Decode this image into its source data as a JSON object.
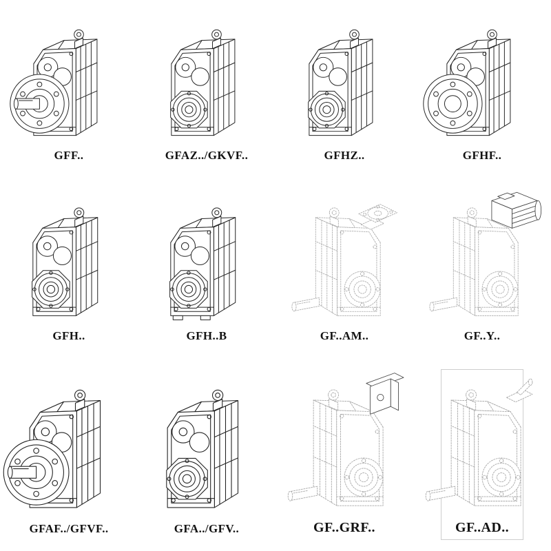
{
  "page": {
    "title": "Parallel shaft helical gear unit type overview",
    "background": "#ffffff",
    "ink_color": "#232323",
    "light_ink_color": "#a6a6a6"
  },
  "catalog": {
    "items": [
      {
        "label": "GFF..",
        "drawing": "flange-mounted-gear-unit-with-output-shaft",
        "line_style": "solid"
      },
      {
        "label": "GFAZ../GKVF..",
        "drawing": "shaft-mounted-gear-unit-hollow-bore",
        "line_style": "solid"
      },
      {
        "label": "GFHZ..",
        "drawing": "hollow-shaft-gear-unit",
        "line_style": "solid"
      },
      {
        "label": "GFHF..",
        "drawing": "flange-mounted-gear-unit",
        "line_style": "solid"
      },
      {
        "label": "GFH..",
        "drawing": "hollow-shaft-gear-unit",
        "line_style": "solid"
      },
      {
        "label": "GFH..B",
        "drawing": "hollow-shaft-gear-unit-with-foot",
        "line_style": "solid"
      },
      {
        "label": "GF..AM..",
        "drawing": "gear-unit-with-iec-adapter-flange",
        "line_style": "light-dotted"
      },
      {
        "label": "GF..Y..",
        "drawing": "gear-unit-with-mounted-motor",
        "line_style": "light-dotted"
      },
      {
        "label": "GFAF../GFVF..",
        "drawing": "flange-mounted-gear-unit-with-output-shaft",
        "line_style": "solid"
      },
      {
        "label": "GFA../GFV..",
        "drawing": "shaft-mounted-gear-unit-hollow-bore",
        "line_style": "solid"
      },
      {
        "label": "GF..GRF..",
        "drawing": "gear-unit-with-adapter-housing",
        "line_style": "light-dotted"
      },
      {
        "label": "GF..AD..",
        "drawing": "gear-unit-with-input-shaft-adapter",
        "line_style": "light-dotted"
      }
    ]
  }
}
